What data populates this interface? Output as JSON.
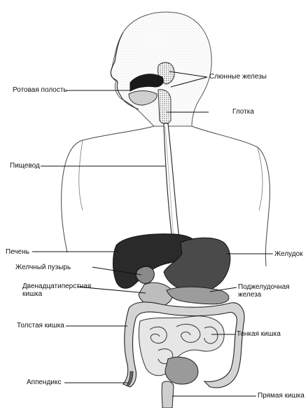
{
  "labels": {
    "salivary_glands": "Слюнные железы",
    "oral_cavity": "Ротовая полость",
    "pharynx": "Глотка",
    "esophagus": "Пищевод",
    "liver": "Печень",
    "stomach": "Желудок",
    "gallbladder": "Желчный пузырь",
    "duodenum_line1": "Двенадцатиперстная",
    "duodenum_line2": "кишка",
    "pancreas_line1": "Поджелудочная",
    "pancreas_line2": "железа",
    "large_intestine": "Толстая кишка",
    "small_intestine": "Тонкая кишка",
    "appendix": "Аппендикс",
    "rectum": "Прямая кишка"
  },
  "colors": {
    "ink": "#111111",
    "organ_dark": "#2a2a2a",
    "organ_mid": "#8a8a8a",
    "organ_light": "#c9c9c9",
    "stipple": "#d8d8d8"
  }
}
